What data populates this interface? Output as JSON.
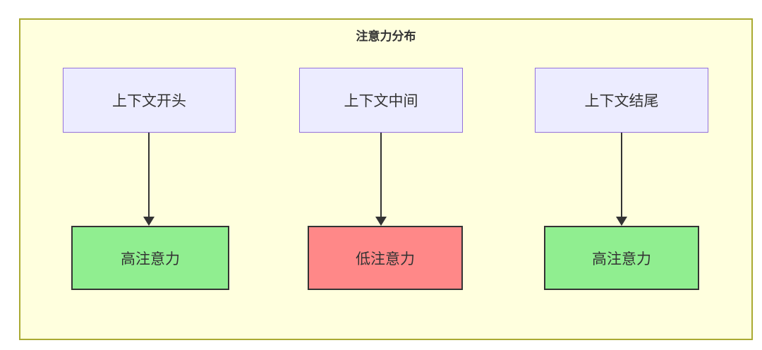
{
  "diagram": {
    "title": "注意力分布",
    "columns": [
      {
        "source_label": "上下文开头",
        "target_label": "高注意力",
        "attention_level": "high"
      },
      {
        "source_label": "上下文中间",
        "target_label": "低注意力",
        "attention_level": "low"
      },
      {
        "source_label": "上下文结尾",
        "target_label": "高注意力",
        "attention_level": "high"
      }
    ],
    "colors": {
      "cluster_fill": "#ffffde",
      "cluster_border": "#aaaa33",
      "source_fill": "#ececff",
      "source_border": "#9370db",
      "high_fill": "#90ee90",
      "low_fill": "#ff8888",
      "target_border": "#333333",
      "arrow": "#333333",
      "text": "#333333"
    }
  }
}
